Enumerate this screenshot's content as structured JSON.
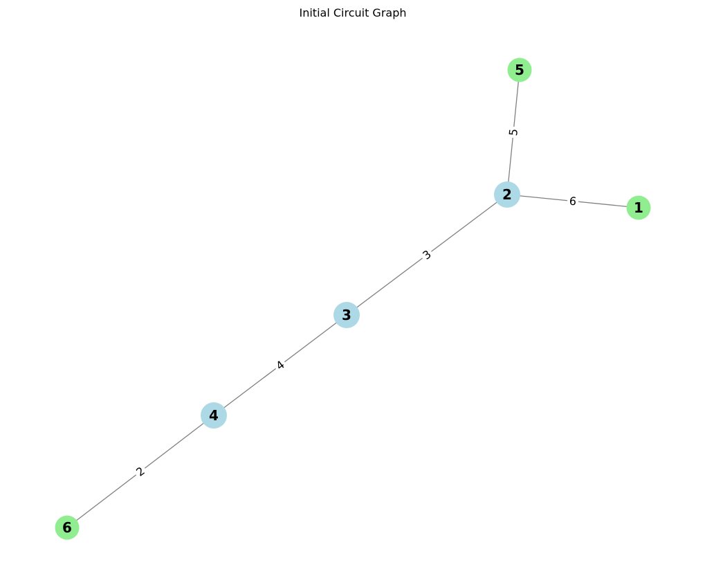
{
  "title": "Initial Circuit Graph",
  "colors": {
    "internal_node": "#add8e6",
    "terminal_node": "#90ee90",
    "edge": "#808080"
  },
  "nodes": [
    {
      "id": "1",
      "label": "1",
      "kind": "terminal"
    },
    {
      "id": "2",
      "label": "2",
      "kind": "internal"
    },
    {
      "id": "3",
      "label": "3",
      "kind": "internal"
    },
    {
      "id": "4",
      "label": "4",
      "kind": "internal"
    },
    {
      "id": "5",
      "label": "5",
      "kind": "terminal"
    },
    {
      "id": "6",
      "label": "6",
      "kind": "terminal"
    }
  ],
  "edges": [
    {
      "source": "2",
      "target": "5",
      "label": "5"
    },
    {
      "source": "2",
      "target": "1",
      "label": "6"
    },
    {
      "source": "2",
      "target": "3",
      "label": "3"
    },
    {
      "source": "3",
      "target": "4",
      "label": "4"
    },
    {
      "source": "4",
      "target": "6",
      "label": "2"
    }
  ]
}
